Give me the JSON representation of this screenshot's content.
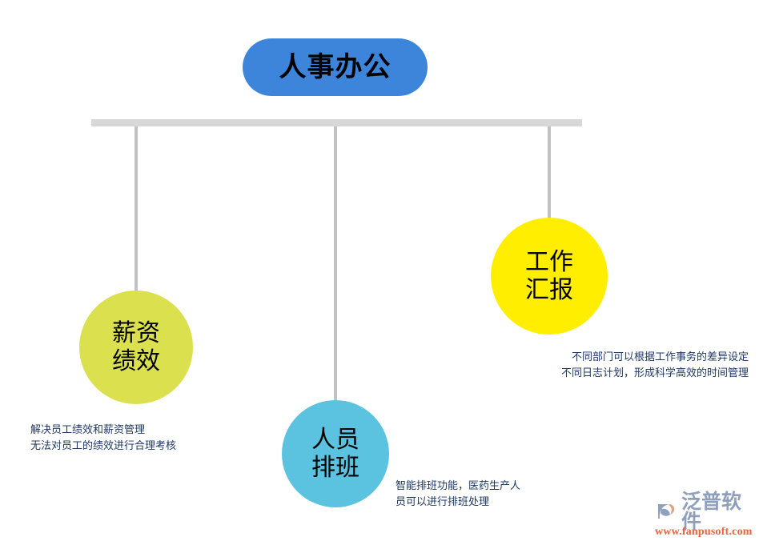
{
  "root": {
    "label": "人事办公",
    "color": "#3c85db"
  },
  "nodes": [
    {
      "id": "salary",
      "label": "薪资\n绩效",
      "color": "#dbe04f",
      "caption": "解决员工绩效和薪资管理\n无法对员工的绩效进行合理考核"
    },
    {
      "id": "schedule",
      "label": "人员\n排班",
      "color": "#5bc3e0",
      "caption": "智能排班功能，医药生产人\n员可以进行排班处理"
    },
    {
      "id": "report",
      "label": "工作\n汇报",
      "color": "#ffee00",
      "caption": "不同部门可以根据工作事务的差异设定\n不同日志计划，形成科学高效的时间管理"
    }
  ],
  "connector": {
    "bar_color": "#d8d8d8",
    "drop_color": "#c2c2c2"
  },
  "logo": {
    "name": "泛普软件",
    "url": "www.fanpusoft.com",
    "name_color": "#8fa0bd",
    "url_color": "#e8643c"
  }
}
